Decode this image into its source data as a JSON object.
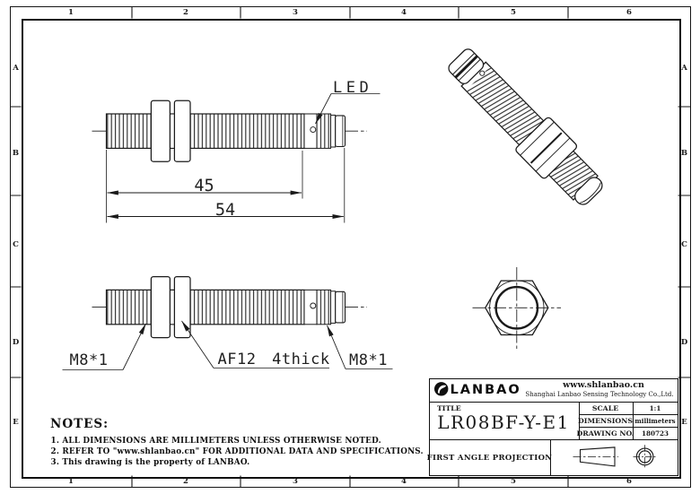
{
  "frame": {
    "columns": [
      "1",
      "2",
      "3",
      "4",
      "5",
      "6"
    ],
    "rows": [
      "A",
      "B",
      "C",
      "D",
      "E"
    ]
  },
  "drawing": {
    "led_label": "LED",
    "dim_45": "45",
    "dim_54": "54",
    "thread_label_left": "M8*1",
    "nut_label": "AF12 4thick",
    "thread_label_right": "M8*1"
  },
  "notes": {
    "heading": "NOTES:",
    "items": [
      "1. ALL DIMENSIONS ARE MILLIMETERS UNLESS OTHERWISE NOTED.",
      "2. REFER TO \"www.shlanbao.cn\" FOR ADDITIONAL DATA AND SPECIFICATIONS.",
      "3. This drawing is the property of LANBAO."
    ]
  },
  "title_block": {
    "brand": "LANBAO",
    "website": "www.shlanbao.cn",
    "company": "Shanghai Lanbao Sensing Technology Co.,Ltd.",
    "title_label": "TITLE",
    "title": "LR08BF-Y-E1",
    "scale_label": "SCALE",
    "scale_value": "1:1",
    "dimensions_label": "DIMENSIONS",
    "dimensions_value": "millimeters",
    "drawing_no_label": "DRAWING NO.",
    "drawing_no_value": "180723",
    "projection_label": "FIRST ANGLE PROJECTION"
  },
  "colors": {
    "line": "#1a1a1a",
    "background": "#ffffff"
  }
}
